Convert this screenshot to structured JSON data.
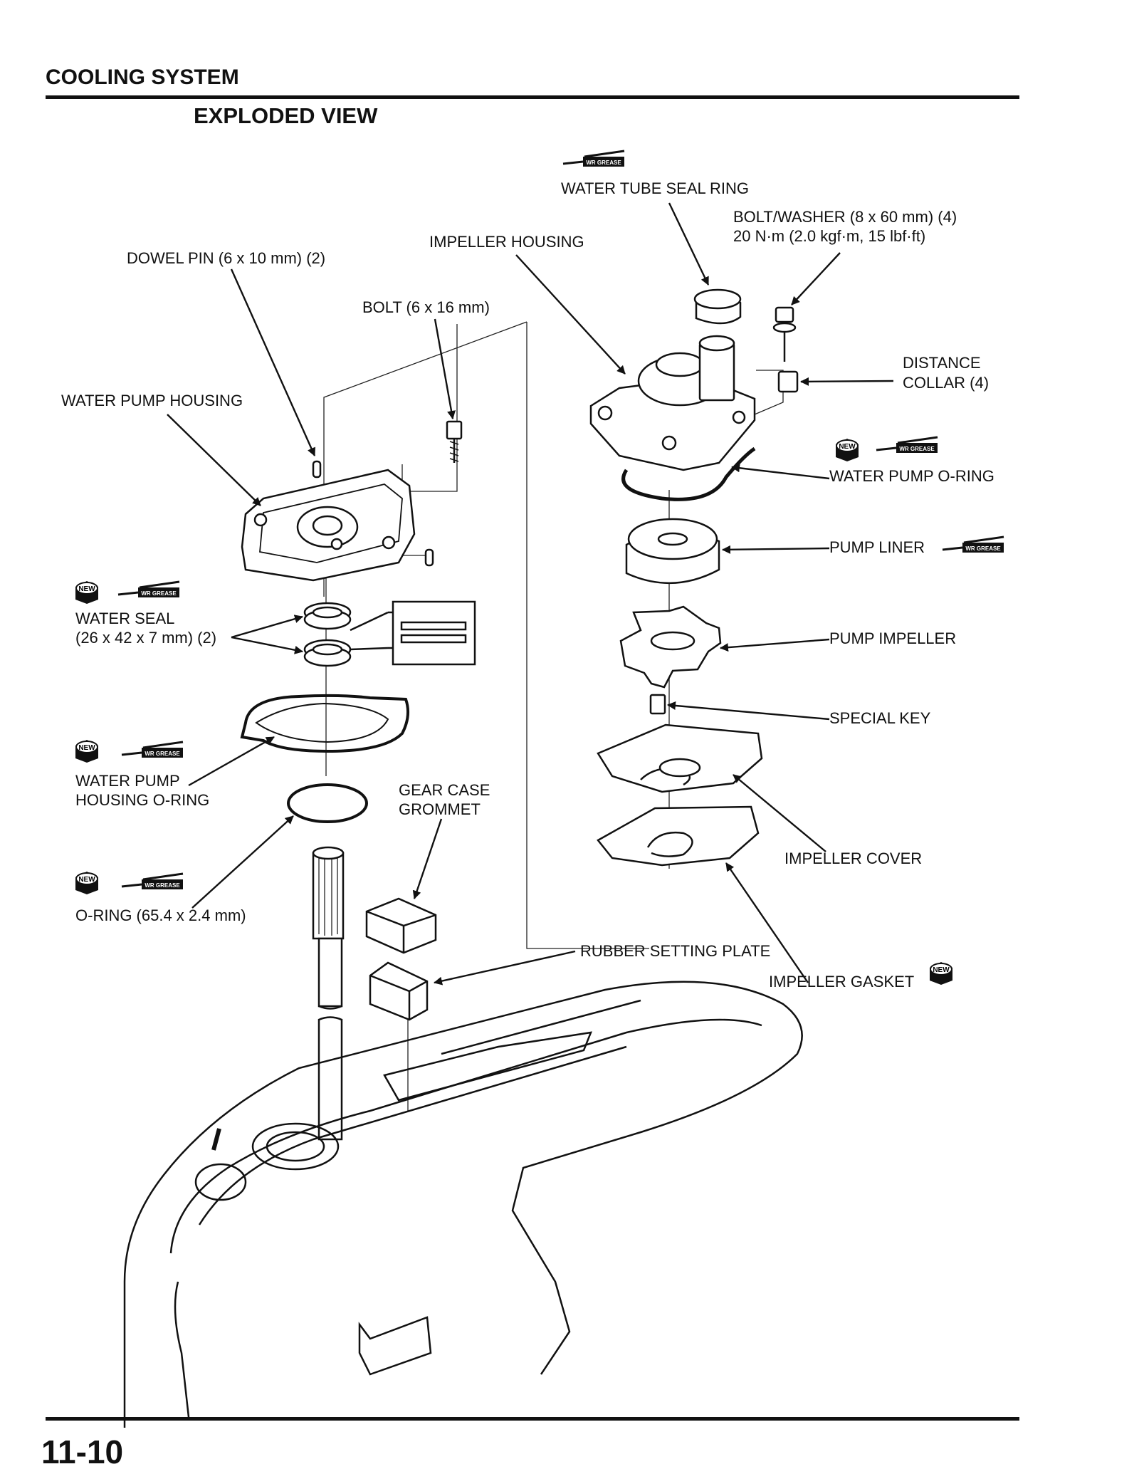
{
  "header": {
    "section_title": "COOLING SYSTEM",
    "subsection_title": "EXPLODED VIEW"
  },
  "footer": {
    "page_number": "11-10"
  },
  "badges": {
    "new": "NEW",
    "grease": "WR GREASE"
  },
  "labels": {
    "water_tube_seal_ring": "WATER TUBE SEAL RING",
    "bolt_washer": "BOLT/WASHER (8 x 60 mm) (4)",
    "bolt_washer_torque": "20 N·m (2.0 kgf·m, 15 lbf·ft)",
    "impeller_housing": "IMPELLER HOUSING",
    "dowel_pin": "DOWEL PIN (6 x 10 mm) (2)",
    "bolt": "BOLT (6 x 16 mm)",
    "distance_collar_1": "DISTANCE",
    "distance_collar_2": "COLLAR (4)",
    "water_pump_housing": "WATER PUMP HOUSING",
    "water_pump_o_ring": "WATER PUMP O-RING",
    "pump_liner": "PUMP LINER",
    "water_seal_1": "WATER SEAL",
    "water_seal_2": "(26 x 42 x 7 mm) (2)",
    "pump_impeller": "PUMP IMPELLER",
    "special_key": "SPECIAL KEY",
    "wp_housing_o_ring_1": "WATER PUMP",
    "wp_housing_o_ring_2": "HOUSING O-RING",
    "gear_case_grommet_1": "GEAR CASE",
    "gear_case_grommet_2": "GROMMET",
    "impeller_cover": "IMPELLER COVER",
    "o_ring": "O-RING (65.4 x 2.4 mm)",
    "rubber_setting_plate": "RUBBER SETTING PLATE",
    "impeller_gasket": "IMPELLER GASKET"
  }
}
